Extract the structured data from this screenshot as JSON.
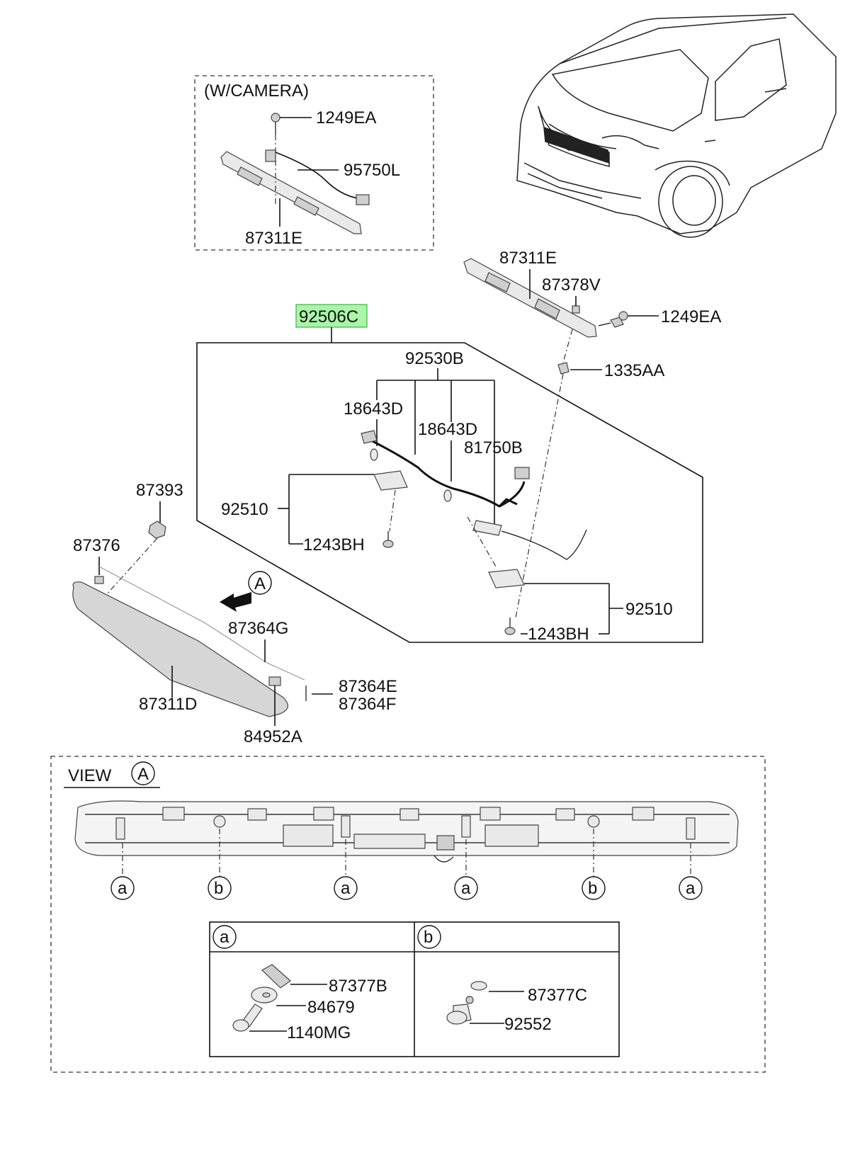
{
  "camera_box": {
    "title": "(W/CAMERA)"
  },
  "labels": {
    "cam_1249EA": "1249EA",
    "cam_95750L": "95750L",
    "cam_87311E": "87311E",
    "top_87311E": "87311E",
    "p87378V": "87378V",
    "p1249EA": "1249EA",
    "p92506C": "92506C",
    "p92530B": "92530B",
    "p1335AA": "1335AA",
    "p18643D_a": "18643D",
    "p18643D_b": "18643D",
    "p81750B": "81750B",
    "p92510_a": "92510",
    "p1243BH_a": "1243BH",
    "p92510_b": "92510",
    "p1243BH_b": "1243BH",
    "p87393": "87393",
    "p87376": "87376",
    "p87364G": "87364G",
    "p87311D": "87311D",
    "p87364E": "87364E",
    "p87364F": "87364F",
    "p84952A": "84952A"
  },
  "arrow_ref": "A",
  "view_box": {
    "title": "VIEW",
    "ref": "A",
    "markers": [
      "a",
      "b",
      "a",
      "a",
      "b",
      "a"
    ]
  },
  "legend": {
    "cols": [
      {
        "key": "a",
        "parts": [
          "87377B",
          "84679",
          "1140MG"
        ]
      },
      {
        "key": "b",
        "parts": [
          "87377C",
          "92552"
        ]
      }
    ]
  },
  "colors": {
    "highlight_fill": "#a9f5a9",
    "highlight_stroke": "#3cb43c"
  }
}
